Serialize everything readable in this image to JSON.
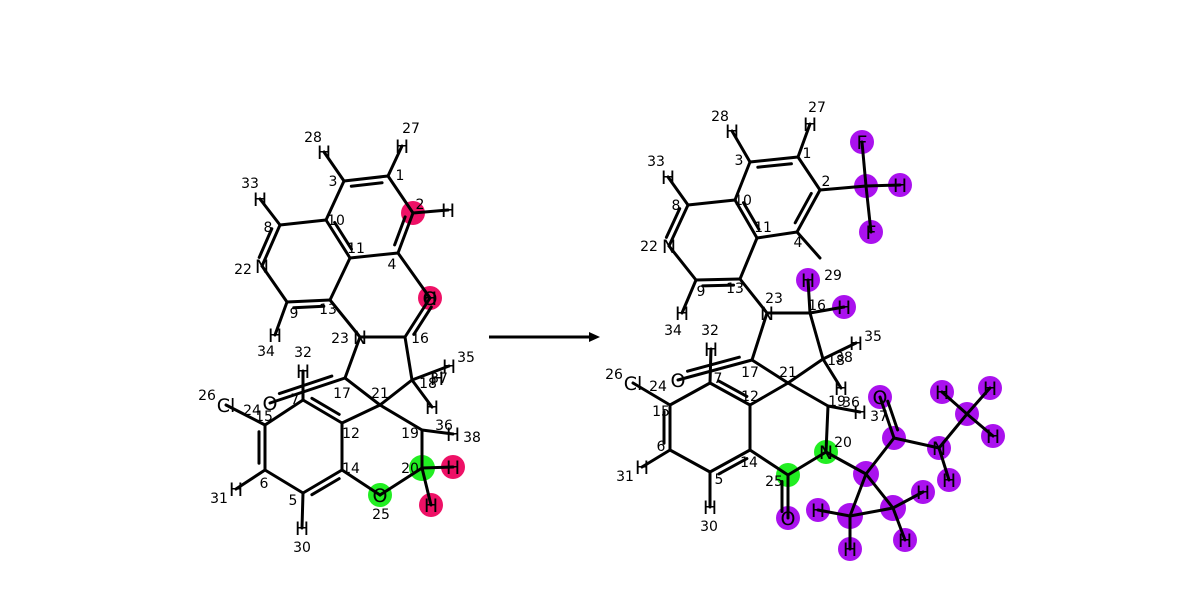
{
  "colors": {
    "bond": "#000000",
    "pink": "#ee1166",
    "green": "#22ee22",
    "purple": "#aa11ee"
  },
  "left": {
    "atoms": [
      {
        "id": "l1",
        "label": "",
        "idx": "1"
      },
      {
        "id": "l2",
        "label": "",
        "idx": "2"
      },
      {
        "id": "l3",
        "label": "",
        "idx": "3"
      },
      {
        "id": "l4",
        "label": "",
        "idx": "4"
      },
      {
        "id": "l5",
        "label": "",
        "idx": "5"
      },
      {
        "id": "l6",
        "label": "",
        "idx": "6"
      },
      {
        "id": "l7",
        "label": "",
        "idx": "7"
      },
      {
        "id": "l8",
        "label": "",
        "idx": "8"
      },
      {
        "id": "l9",
        "label": "",
        "idx": "9"
      },
      {
        "id": "l10",
        "label": "",
        "idx": "10"
      },
      {
        "id": "l11",
        "label": "",
        "idx": "11"
      },
      {
        "id": "l12",
        "label": "",
        "idx": "12"
      },
      {
        "id": "l13",
        "label": "",
        "idx": "13"
      },
      {
        "id": "l14",
        "label": "",
        "idx": "14"
      },
      {
        "id": "l15",
        "label": "",
        "idx": "15"
      },
      {
        "id": "l16",
        "label": "",
        "idx": "16"
      },
      {
        "id": "l17",
        "label": "",
        "idx": "17"
      },
      {
        "id": "l18",
        "label": "",
        "idx": "18"
      },
      {
        "id": "l19",
        "label": "",
        "idx": "19"
      },
      {
        "id": "l20",
        "label": "",
        "idx": "20"
      },
      {
        "id": "l21",
        "label": "",
        "idx": "21"
      },
      {
        "id": "l22",
        "label": "N",
        "idx": "22"
      },
      {
        "id": "l23",
        "label": "N",
        "idx": "23"
      },
      {
        "id": "l24",
        "label": "Cl",
        "idx": "24"
      },
      {
        "id": "l25",
        "label": "O",
        "idx": "25"
      },
      {
        "id": "l26",
        "label": "",
        "idx": "26"
      },
      {
        "id": "l27",
        "label": "H",
        "idx": "27"
      },
      {
        "id": "l28",
        "label": "H",
        "idx": "28"
      },
      {
        "id": "l29",
        "label": "H",
        "idx": ""
      },
      {
        "id": "l30",
        "label": "H",
        "idx": "30"
      },
      {
        "id": "l31",
        "label": "H",
        "idx": "31"
      },
      {
        "id": "l32",
        "label": "H",
        "idx": "32"
      },
      {
        "id": "l33",
        "label": "H",
        "idx": "33"
      },
      {
        "id": "l34",
        "label": "H",
        "idx": "34"
      },
      {
        "id": "l35",
        "label": "H",
        "idx": "35"
      },
      {
        "id": "l36",
        "label": "H",
        "idx": "36"
      },
      {
        "id": "l37",
        "label": "H",
        "idx": "37"
      },
      {
        "id": "l38",
        "label": "H",
        "idx": "38"
      },
      {
        "id": "lO16",
        "label": "O",
        "idx": "29"
      },
      {
        "id": "lO17",
        "label": "O",
        "idx": ""
      },
      {
        "id": "lH2",
        "label": "H",
        "idx": ""
      },
      {
        "id": "lH20a",
        "label": "H",
        "idx": ""
      },
      {
        "id": "lH20b",
        "label": "H",
        "idx": ""
      }
    ]
  },
  "right": {
    "atoms": [
      {
        "id": "r1",
        "label": "",
        "idx": "1"
      },
      {
        "id": "r2",
        "label": "",
        "idx": "2"
      },
      {
        "id": "r3",
        "label": "",
        "idx": "3"
      },
      {
        "id": "r4",
        "label": "",
        "idx": "4"
      },
      {
        "id": "r5",
        "label": "",
        "idx": "5"
      },
      {
        "id": "r6",
        "label": "",
        "idx": "6"
      },
      {
        "id": "r7",
        "label": "",
        "idx": "7"
      },
      {
        "id": "r8",
        "label": "",
        "idx": "8"
      },
      {
        "id": "r9",
        "label": "",
        "idx": "9"
      },
      {
        "id": "r10",
        "label": "",
        "idx": "10"
      },
      {
        "id": "r11",
        "label": "",
        "idx": "11"
      },
      {
        "id": "r12",
        "label": "",
        "idx": "12"
      },
      {
        "id": "r13",
        "label": "",
        "idx": "13"
      },
      {
        "id": "r14",
        "label": "",
        "idx": "14"
      },
      {
        "id": "r15",
        "label": "",
        "idx": "15"
      },
      {
        "id": "r16",
        "label": "",
        "idx": "16"
      },
      {
        "id": "r17",
        "label": "",
        "idx": "17"
      },
      {
        "id": "r18",
        "label": "",
        "idx": "18"
      },
      {
        "id": "r19",
        "label": "",
        "idx": "19"
      },
      {
        "id": "r20",
        "label": "N",
        "idx": "20"
      },
      {
        "id": "r21",
        "label": "",
        "idx": "21"
      },
      {
        "id": "r22",
        "label": "N",
        "idx": "22"
      },
      {
        "id": "r23",
        "label": "N",
        "idx": "23"
      },
      {
        "id": "r24",
        "label": "Cl",
        "idx": "24"
      },
      {
        "id": "r25",
        "label": "",
        "idx": "25"
      },
      {
        "id": "r26",
        "label": "",
        "idx": "26"
      },
      {
        "id": "r27",
        "label": "H",
        "idx": "27"
      },
      {
        "id": "r28",
        "label": "H",
        "idx": "28"
      },
      {
        "id": "r29",
        "label": "H",
        "idx": "29"
      },
      {
        "id": "r30",
        "label": "H",
        "idx": "30"
      },
      {
        "id": "r31",
        "label": "H",
        "idx": "31"
      },
      {
        "id": "r32",
        "label": "H",
        "idx": "32"
      },
      {
        "id": "r33",
        "label": "H",
        "idx": "33"
      },
      {
        "id": "r34",
        "label": "H",
        "idx": "34"
      },
      {
        "id": "r35",
        "label": "H",
        "idx": "35"
      },
      {
        "id": "r36",
        "label": "H",
        "idx": "36"
      },
      {
        "id": "r37",
        "label": "",
        "idx": "37"
      },
      {
        "id": "r38",
        "label": "H",
        "idx": "38"
      },
      {
        "id": "rO17",
        "label": "O",
        "idx": ""
      },
      {
        "id": "rO25",
        "label": "O",
        "idx": ""
      },
      {
        "id": "rCF",
        "label": "",
        "idx": ""
      },
      {
        "id": "rF1",
        "label": "F",
        "idx": ""
      },
      {
        "id": "rF2",
        "label": "F",
        "idx": ""
      },
      {
        "id": "rHcf",
        "label": "H",
        "idx": ""
      },
      {
        "id": "rH16b",
        "label": "H",
        "idx": ""
      },
      {
        "id": "rQ",
        "label": "",
        "idx": ""
      },
      {
        "id": "rCam",
        "label": "",
        "idx": ""
      },
      {
        "id": "rOam",
        "label": "O",
        "idx": ""
      },
      {
        "id": "rNam",
        "label": "N",
        "idx": ""
      },
      {
        "id": "rHn",
        "label": "H",
        "idx": ""
      },
      {
        "id": "rMe",
        "label": "",
        "idx": ""
      },
      {
        "id": "rHm1",
        "label": "H",
        "idx": ""
      },
      {
        "id": "rHm2",
        "label": "H",
        "idx": ""
      },
      {
        "id": "rHm3",
        "label": "H",
        "idx": ""
      },
      {
        "id": "rCa",
        "label": "",
        "idx": ""
      },
      {
        "id": "rCb",
        "label": "",
        "idx": ""
      },
      {
        "id": "rHa1",
        "label": "H",
        "idx": ""
      },
      {
        "id": "rHa2",
        "label": "H",
        "idx": ""
      },
      {
        "id": "rHb1",
        "label": "H",
        "idx": ""
      },
      {
        "id": "rHb2",
        "label": "H",
        "idx": ""
      }
    ]
  }
}
